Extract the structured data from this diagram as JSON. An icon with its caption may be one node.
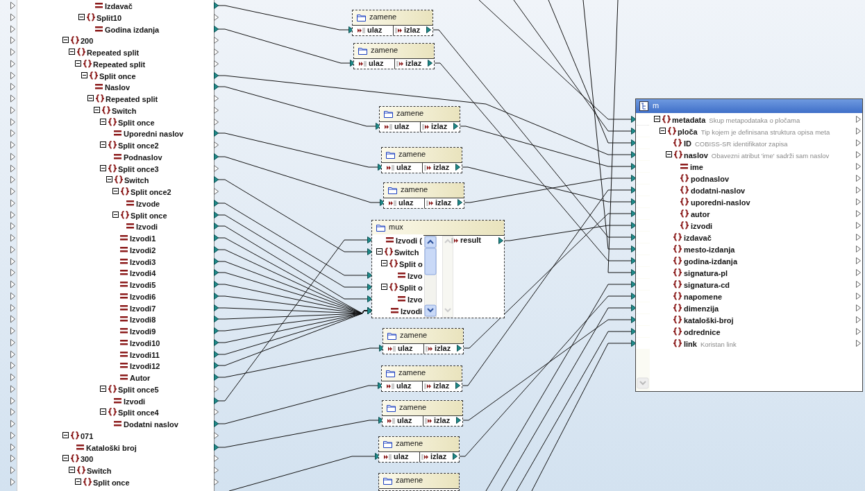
{
  "diagram": {
    "nodes": [
      {
        "text": [
          "Izdavač"
        ]
      },
      {
        "text": [
          "Split10"
        ]
      },
      {
        "text": [
          "Godina izdanja"
        ]
      },
      {
        "text": [
          "200"
        ]
      },
      {
        "text": [
          "Repeated split"
        ]
      },
      {
        "text": [
          "Repeated split"
        ]
      },
      {
        "text": [
          "Split once"
        ]
      },
      {
        "text": [
          "Naslov"
        ]
      },
      {
        "text": [
          "Repeated split"
        ]
      },
      {
        "text": [
          "Switch"
        ]
      },
      {
        "text": [
          "Split once"
        ]
      },
      {
        "text": [
          "Uporedni naslov"
        ]
      },
      {
        "text": [
          "Split once2"
        ]
      },
      {
        "text": [
          "Podnaslov"
        ]
      },
      {
        "text": [
          "Split once3"
        ]
      },
      {
        "text": [
          "Switch"
        ]
      },
      {
        "text": [
          "Split once2"
        ]
      },
      {
        "text": [
          "Izvode"
        ]
      },
      {
        "text": [
          "Split once"
        ]
      },
      {
        "text": [
          "Izvodi"
        ]
      },
      {
        "text": [
          "Izvodi1"
        ]
      },
      {
        "text": [
          "Izvodi2"
        ]
      },
      {
        "text": [
          "Izvodi3"
        ]
      },
      {
        "text": [
          "Izvodi4"
        ]
      },
      {
        "text": [
          "Izvodi5"
        ]
      },
      {
        "text": [
          "Izvodi6"
        ]
      },
      {
        "text": [
          "Izvodi7"
        ]
      },
      {
        "text": [
          "Izvodi8"
        ]
      },
      {
        "text": [
          "Izvodi9"
        ]
      },
      {
        "text": [
          "Izvodi10"
        ]
      },
      {
        "text": [
          "Izvodi11"
        ]
      },
      {
        "text": [
          "Izvodi12"
        ]
      },
      {
        "text": [
          "Autor"
        ]
      },
      {
        "text": [
          "Split once5"
        ]
      },
      {
        "text": [
          "Izvodi"
        ]
      },
      {
        "text": [
          "Split once4"
        ]
      },
      {
        "text": [
          "Dodatni naslov"
        ]
      },
      {
        "text": [
          "071"
        ]
      },
      {
        "text": [
          "Kataloški broj"
        ]
      },
      {
        "text": [
          "300"
        ]
      },
      {
        "text": [
          "Switch"
        ]
      },
      {
        "text": [
          "Split once"
        ]
      },
      {
        "text": [
          "zamene"
        ]
      },
      {
        "text": [
          "ulaz"
        ],
        "in": 42
      },
      {
        "text": [
          "izlaz"
        ],
        "in": 42
      },
      {
        "text": [
          "zamene"
        ]
      },
      {
        "text": [
          "ulaz"
        ],
        "in": 45
      },
      {
        "text": [
          "izlaz"
        ],
        "in": 45
      },
      {
        "text": [
          "zamene"
        ]
      },
      {
        "text": [
          "ulaz"
        ],
        "in": 48
      },
      {
        "text": [
          "izlaz"
        ],
        "in": 48
      },
      {
        "text": [
          "zamene"
        ]
      },
      {
        "text": [
          "ulaz"
        ],
        "in": 51
      },
      {
        "text": [
          "izlaz"
        ],
        "in": 51
      },
      {
        "text": [
          "zamene"
        ]
      },
      {
        "text": [
          "ulaz"
        ],
        "in": 54
      },
      {
        "text": [
          "izlaz"
        ],
        "in": 54
      },
      {
        "text": [
          "mux"
        ]
      },
      {
        "text": [
          "Izvodi ("
        ],
        "in": 57
      },
      {
        "text": [
          "Switch"
        ],
        "in": 57
      },
      {
        "text": [
          "Split o"
        ],
        "in": 57
      },
      {
        "text": [
          "Izvo"
        ],
        "in": 57
      },
      {
        "text": [
          "Split o"
        ],
        "in": 57
      },
      {
        "text": [
          "Izvo"
        ],
        "in": 57
      },
      {
        "text": [
          "Izvodi"
        ],
        "in": 57
      },
      {
        "text": [
          "result"
        ],
        "in": 57
      },
      {
        "text": [
          "zamene"
        ]
      },
      {
        "text": [
          "ulaz"
        ],
        "in": 66
      },
      {
        "text": [
          "izlaz"
        ],
        "in": 66
      },
      {
        "text": [
          "zamene"
        ]
      },
      {
        "text": [
          "ulaz"
        ],
        "in": 69
      },
      {
        "text": [
          "izlaz"
        ],
        "in": 69
      },
      {
        "text": [
          "zamene"
        ]
      },
      {
        "text": [
          "ulaz"
        ],
        "in": 72
      },
      {
        "text": [
          "izlaz"
        ],
        "in": 72
      },
      {
        "text": [
          "zamene"
        ]
      },
      {
        "text": [
          "ulaz"
        ],
        "in": 75
      },
      {
        "text": [
          "izlaz"
        ],
        "in": 75
      },
      {
        "text": [
          "zamene"
        ]
      },
      {
        "text": [
          "m"
        ]
      },
      {
        "text": [
          "metadata",
          "Skup metapodataka o pločama"
        ],
        "in": 79
      },
      {
        "text": [
          "ploča",
          "Tip kojem je definisana struktura opisa meta"
        ],
        "in": 79
      },
      {
        "text": [
          "ID",
          "COBISS-SR identifikator zapisa"
        ],
        "in": 79
      },
      {
        "text": [
          "naslov",
          "Obavezni atribut 'ime' sadrži sam naslov"
        ],
        "in": 79
      },
      {
        "text": [
          "ime"
        ],
        "in": 79
      },
      {
        "text": [
          "podnaslov"
        ],
        "in": 79
      },
      {
        "text": [
          "dodatni-naslov"
        ],
        "in": 79
      },
      {
        "text": [
          "uporedni-naslov"
        ],
        "in": 79
      },
      {
        "text": [
          "autor"
        ],
        "in": 79
      },
      {
        "text": [
          "izvodi"
        ],
        "in": 79
      },
      {
        "text": [
          "izdavač"
        ],
        "in": 79
      },
      {
        "text": [
          "mesto-izdanja"
        ],
        "in": 79
      },
      {
        "text": [
          "godina-izdanja"
        ],
        "in": 79
      },
      {
        "text": [
          "signatura-pl"
        ],
        "in": 79
      },
      {
        "text": [
          "signatura-cd"
        ],
        "in": 79
      },
      {
        "text": [
          "napomene"
        ],
        "in": 79
      },
      {
        "text": [
          "dimenzija"
        ],
        "in": 79
      },
      {
        "text": [
          "kataloški-broj"
        ],
        "in": 79
      },
      {
        "text": [
          "odrednice"
        ],
        "in": 79
      },
      {
        "text": [
          "link",
          "Koristan link"
        ],
        "in": 79
      }
    ],
    "edges": [
      {
        "from": 0,
        "to": 43,
        "arrow": "to"
      },
      {
        "from": 2,
        "to": 46,
        "arrow": "to"
      },
      {
        "from": 6,
        "to": 83,
        "arrow": "to"
      },
      {
        "from": 7,
        "to": 49,
        "arrow": "to"
      },
      {
        "from": 11,
        "to": 52,
        "arrow": "to"
      },
      {
        "from": 13,
        "to": 55,
        "arrow": "to"
      },
      {
        "from": 15,
        "to": 59,
        "arrow": "to"
      },
      {
        "from": 17,
        "to": 61,
        "arrow": "to"
      },
      {
        "from": 18,
        "to": 62,
        "arrow": "to"
      },
      {
        "from": 19,
        "to": 63,
        "arrow": "to"
      },
      {
        "from": 20,
        "to": 64,
        "arrow": "to"
      },
      {
        "from": 21,
        "to": 64,
        "arrow": "to"
      },
      {
        "from": 22,
        "to": 64,
        "arrow": "to"
      },
      {
        "from": 23,
        "to": 64,
        "arrow": "to"
      },
      {
        "from": 24,
        "to": 64,
        "arrow": "to"
      },
      {
        "from": 25,
        "to": 64,
        "arrow": "to"
      },
      {
        "from": 26,
        "to": 64,
        "arrow": "to"
      },
      {
        "from": 27,
        "to": 64,
        "arrow": "to"
      },
      {
        "from": 28,
        "to": 64,
        "arrow": "to"
      },
      {
        "from": 29,
        "to": 64,
        "arrow": "to"
      },
      {
        "from": 30,
        "to": 64,
        "arrow": "to"
      },
      {
        "from": 31,
        "to": 64,
        "arrow": "to"
      },
      {
        "from": 32,
        "to": 67,
        "arrow": "to"
      },
      {
        "from": 34,
        "to": 58,
        "arrow": "to"
      },
      {
        "from": 36,
        "to": 70,
        "arrow": "to"
      },
      {
        "from": 38,
        "to": 73,
        "arrow": "to"
      },
      {
        "from": null,
        "to": 76,
        "arrow": "to"
      },
      {
        "from": 44,
        "to": 90,
        "arrow": "to"
      },
      {
        "from": 47,
        "to": 92,
        "arrow": "to"
      },
      {
        "from": 50,
        "to": 84,
        "arrow": "to"
      },
      {
        "from": 53,
        "to": 87,
        "arrow": "to"
      },
      {
        "from": 56,
        "to": 85,
        "arrow": "to"
      },
      {
        "from": 65,
        "to": 89,
        "arrow": "to"
      },
      {
        "from": 68,
        "to": 88,
        "arrow": "to"
      },
      {
        "from": 71,
        "to": 86,
        "arrow": "to"
      },
      {
        "from": 74,
        "to": 97,
        "arrow": "to"
      },
      {
        "from": 77,
        "to": 95,
        "arrow": "to"
      },
      {
        "from": null,
        "to": 80,
        "arrow": "to"
      },
      {
        "from": null,
        "to": 81,
        "arrow": "to"
      },
      {
        "from": null,
        "to": 82,
        "arrow": "to"
      },
      {
        "from": null,
        "to": 91,
        "arrow": "to"
      },
      {
        "from": null,
        "to": 93,
        "arrow": "to"
      },
      {
        "from": null,
        "to": 94,
        "arrow": "to"
      },
      {
        "from": null,
        "to": 96,
        "arrow": "to"
      },
      {
        "from": null,
        "to": 98,
        "arrow": "to"
      },
      {
        "from": null,
        "to": 99,
        "arrow": "to"
      }
    ]
  }
}
